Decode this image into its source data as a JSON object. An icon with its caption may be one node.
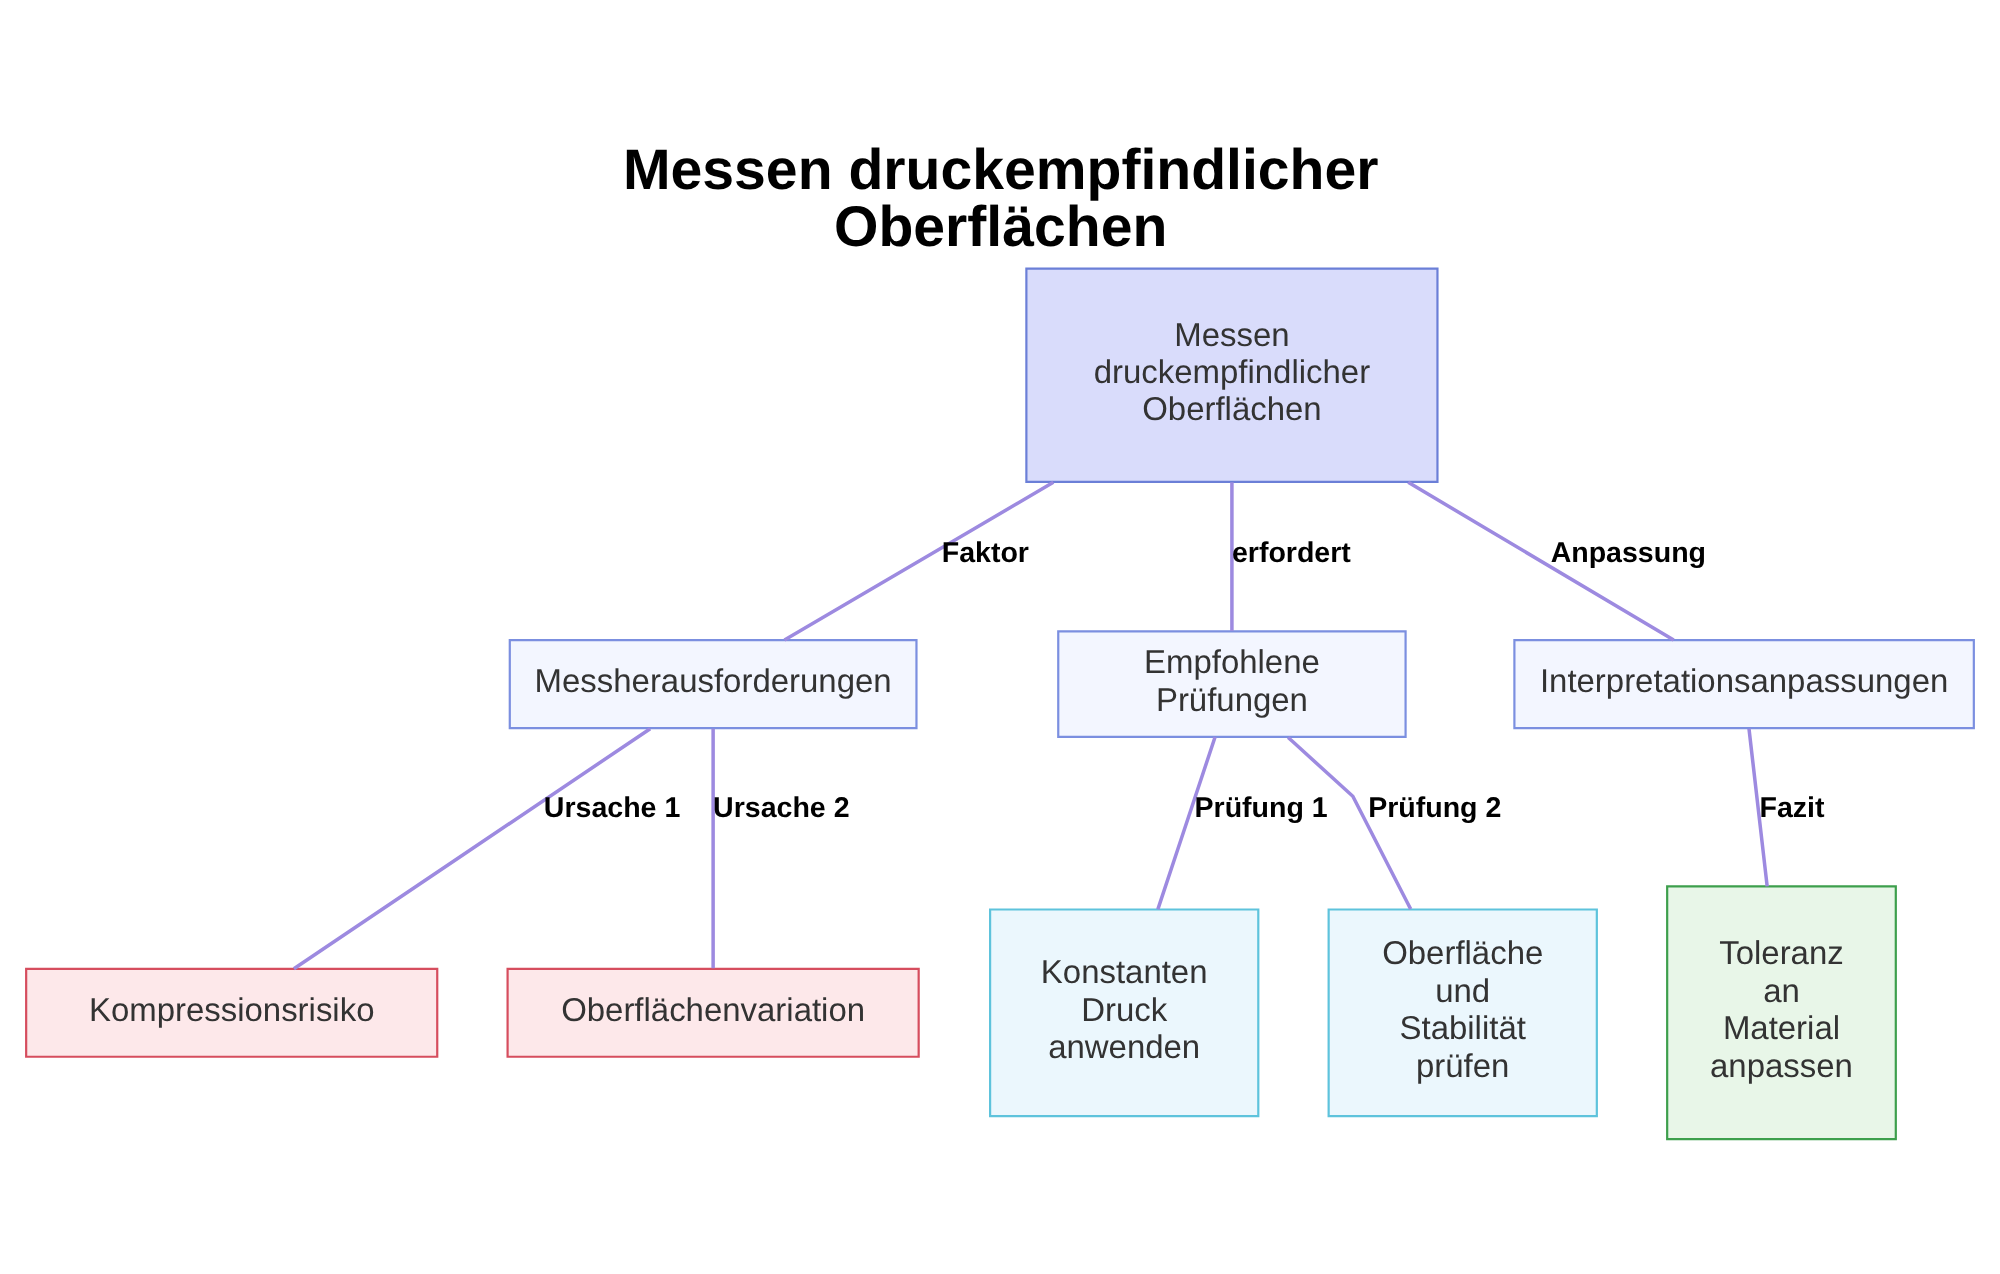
{
  "diagram": {
    "title": "Messen druckempfindlicher Oberflächen",
    "nodes": [
      {
        "text": [
          "Messen druckempfindlicher Oberflächen"
        ]
      },
      {
        "text": [
          "Messherausforderungen"
        ]
      },
      {
        "text": [
          "Empfohlene Prüfungen"
        ]
      },
      {
        "text": [
          "Interpretationsanpassungen"
        ]
      },
      {
        "text": [
          "Kompressionsrisiko"
        ]
      },
      {
        "text": [
          "Oberflächenvariation"
        ]
      },
      {
        "text": [
          "Konstanten Druck anwenden"
        ]
      },
      {
        "text": [
          "Oberfläche und Stabilität prüfen"
        ]
      },
      {
        "text": [
          "Toleranz an Material anpassen"
        ]
      }
    ],
    "edges": [
      {
        "from": 0,
        "to": 1,
        "arrow": "none",
        "label": "Faktor"
      },
      {
        "from": 0,
        "to": 2,
        "arrow": "none",
        "label": "erfordert"
      },
      {
        "from": 0,
        "to": 3,
        "arrow": "none",
        "label": "Anpassung"
      },
      {
        "from": 1,
        "to": 4,
        "arrow": "none",
        "label": "Ursache 1"
      },
      {
        "from": 1,
        "to": 5,
        "arrow": "none",
        "label": "Ursache 2"
      },
      {
        "from": 2,
        "to": 6,
        "arrow": "none",
        "label": "Prüfung 1"
      },
      {
        "from": 2,
        "to": 7,
        "arrow": "none",
        "label": "Prüfung 2"
      },
      {
        "from": 3,
        "to": 8,
        "arrow": "none",
        "label": "Fazit"
      }
    ]
  }
}
